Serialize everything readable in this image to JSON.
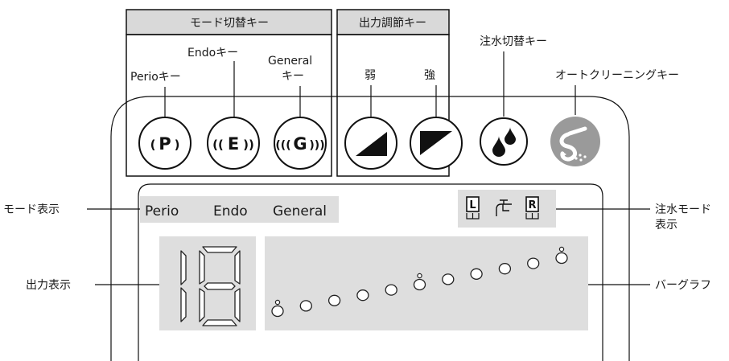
{
  "colors": {
    "panel_gray": "#dedede",
    "header_gray": "#d9d9d9",
    "auto_clean_button": "#9a9a9a",
    "line": "#111111"
  },
  "groups": {
    "mode_switch_keys": "モード切替キー",
    "output_adjust_keys": "出力調節キー"
  },
  "keys": {
    "perio": {
      "label": "Perioキー",
      "symbol": "P"
    },
    "endo": {
      "label": "Endoキー",
      "symbol": "E"
    },
    "general": {
      "label_line1": "General",
      "label_line2": "キー",
      "symbol": "G"
    },
    "weak": {
      "label": "弱"
    },
    "strong": {
      "label": "強"
    },
    "water_switch": {
      "label": "注水切替キー",
      "icon": "water-drops-icon"
    },
    "auto_clean": {
      "label": "オートクリーニングキー",
      "icon": "auto-clean-icon"
    }
  },
  "display": {
    "modes": [
      "Perio",
      "Endo",
      "General"
    ],
    "water_indicator": {
      "left": "L",
      "right": "R",
      "icon": "faucet-icon"
    },
    "output_digits": "18"
  },
  "callouts": {
    "mode_display": "モード表示",
    "water_mode_display_line1": "注水モード",
    "water_mode_display_line2": "表示",
    "output_display": "出力表示",
    "bar_graph": "バーグラフ"
  },
  "bar_graph": {
    "levels": 11,
    "marker_levels": [
      1,
      6,
      11
    ]
  }
}
